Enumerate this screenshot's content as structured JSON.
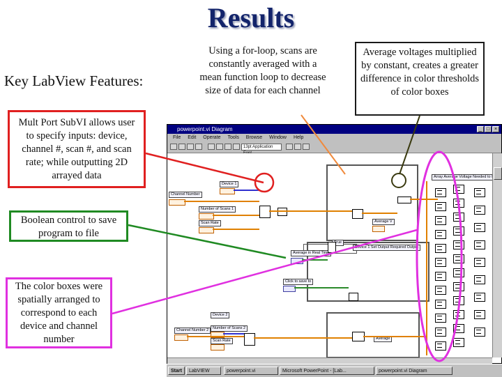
{
  "slide": {
    "title": "Results",
    "heading": "Key LabView Features:",
    "top_note": "Using a for-loop, scans are constantly averaged with a mean function loop to decrease size of data for each channel",
    "avg_note": "Average voltages multiplied by constant, creates a greater difference in color thresholds of color boxes",
    "red_note": "Mult Port SubVI allows user to specify inputs: device, channel #, scan #, and scan rate; while outputting 2D arrayed data",
    "green_note": "Boolean control to save program to file",
    "magenta_note": "The color boxes were spatially arranged to correspond to each device and channel number",
    "colors": {
      "red": "#e02020",
      "green": "#1f8a22",
      "magenta": "#e030e0",
      "orange": "#f08a3c",
      "olive": "#3a3a10",
      "title": "#13246b"
    }
  },
  "window": {
    "title": "powerpoint.vi Diagram",
    "menu": [
      "File",
      "Edit",
      "Operate",
      "Tools",
      "Browse",
      "Window",
      "Help"
    ],
    "font_select": "13pt Application Font",
    "labels": {
      "device1": "Device 1",
      "channel_number": "Channel Number",
      "number_of_scans": "Number of Scans 1",
      "scan_rate": "Scan Rate",
      "array_avg": "Array Average Voltage Needed to Req",
      "average_v": "Average V",
      "device1_set": "Device 1 Set Output Required Output",
      "average_real_time": "Average in Real Time",
      "true_case": "True",
      "click_to_save": "Click to save to",
      "device2": "Device 2",
      "channel_number2": "Channel Number 2",
      "number_of_scans2": "Number of Scans 2",
      "scan_rate2": "Scan Rate",
      "average2": "Average"
    }
  },
  "taskbar": {
    "start": "Start",
    "items": [
      "LabVIEW",
      "powerpoint.vi",
      "Microsoft PowerPoint - [Lab...",
      "powerpoint.vi Diagram"
    ]
  }
}
